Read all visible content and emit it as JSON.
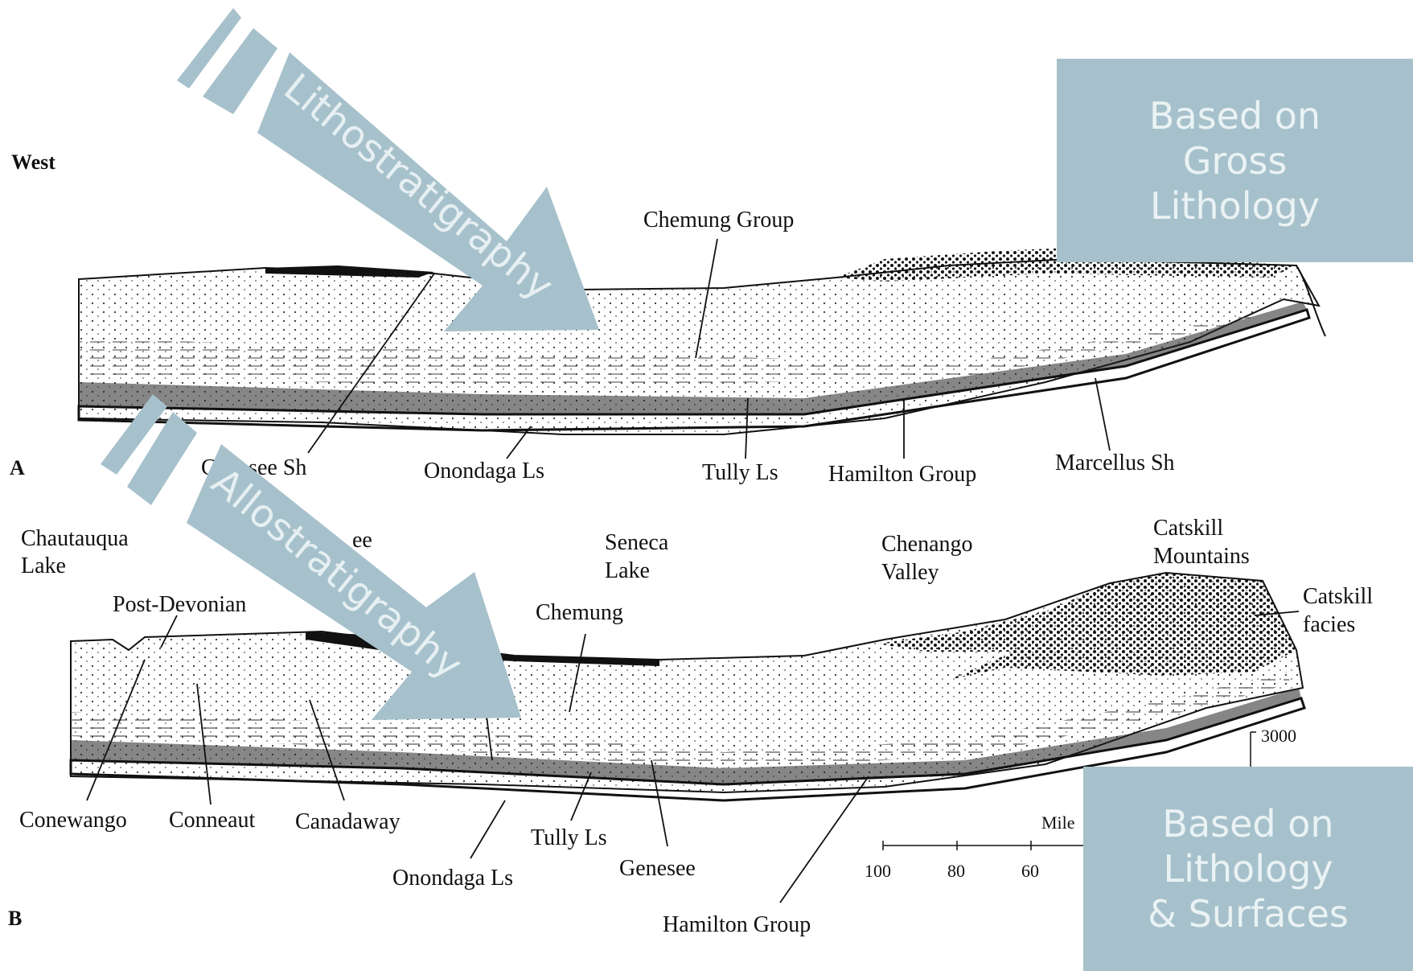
{
  "top_section": {
    "direction_label": "West",
    "panel_label": "A",
    "labels": {
      "chemung": "Chemung Group",
      "genesee": "Genesee Sh",
      "onondaga": "Onondaga Ls",
      "tully": "Tully Ls",
      "hamilton": "Hamilton Group",
      "marcellus": "Marcellus Sh"
    }
  },
  "bottom_section": {
    "panel_label": "B",
    "places": {
      "chautauqua_1": "Chautauqua",
      "chautauqua_2": "Lake",
      "seneca_1": "Seneca",
      "seneca_2": "Lake",
      "chenango_1": "Chenango",
      "chenango_2": "Valley",
      "catskill_mtn_1": "Catskill",
      "catskill_mtn_2": "Mountains",
      "catskill_facies_1": "Catskill",
      "catskill_facies_2": "facies"
    },
    "labels": {
      "post_devonian": "Post-Devonian",
      "genesee_top": "ee",
      "chemung": "Chemung",
      "conewango": "Conewango",
      "conneaut": "Conneaut",
      "canadaway": "Canadaway",
      "onondaga": "Onondaga Ls",
      "tully": "Tully Ls",
      "genesee": "Genesee",
      "hamilton": "Hamilton Group"
    },
    "scale": {
      "unit": "Mile",
      "ticks": [
        "100",
        "80",
        "60"
      ],
      "depth": "3000"
    }
  },
  "overlays": {
    "arrow_top": "Lithostratigraphy",
    "arrow_bottom": "Allostratigraphy",
    "box_top": [
      "Based on",
      "Gross",
      "Lithology"
    ],
    "box_bottom": [
      "Based on",
      "Lithology",
      "& Surfaces"
    ],
    "color": "#a6c1cb"
  }
}
